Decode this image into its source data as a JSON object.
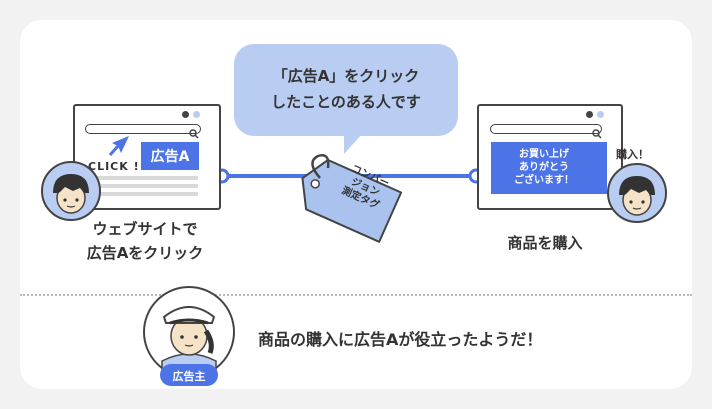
{
  "bubble": {
    "line1": "「広告A」をクリック",
    "line2": "したことのある人です"
  },
  "left_browser": {
    "ad_label": "広告A",
    "click_label": "CLICK !"
  },
  "left_caption": {
    "line1": "ウェブサイトで",
    "line2": "広告Aをクリック"
  },
  "tag": {
    "line1": "コンバー",
    "line2": "ジョン",
    "line3": "測定タグ"
  },
  "right_browser": {
    "thanks_line1": "お買い上げ",
    "thanks_line2": "ありがとう",
    "thanks_line3": "ございます！"
  },
  "buyer_shout": "購入！",
  "right_caption": "商品を購入",
  "advertiser_badge": "広告主",
  "conclusion": "商品の購入に広告Aが役立ったようだ！",
  "colors": {
    "accent": "#4d74e6",
    "bubble": "#b9cdf2",
    "tag": "#a9c2ee",
    "face": "#f6e3c7",
    "outline": "#333333"
  }
}
